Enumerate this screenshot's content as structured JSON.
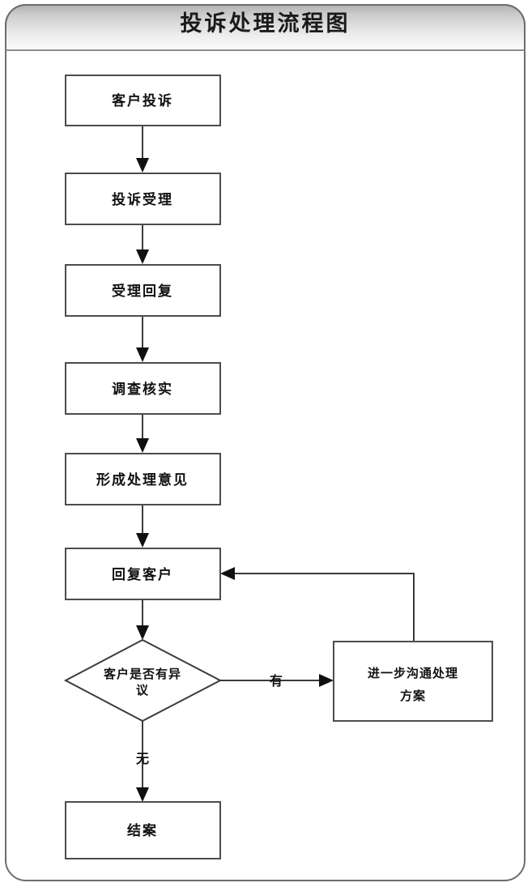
{
  "diagram": {
    "title": "投诉处理流程图",
    "type": "flowchart",
    "orientation": "top-to-bottom",
    "nodes": [
      {
        "id": "n1",
        "shape": "rect",
        "label": "客户投诉",
        "lines": [
          "客户投诉"
        ]
      },
      {
        "id": "n2",
        "shape": "rect",
        "label": "投诉受理",
        "lines": [
          "投诉受理"
        ]
      },
      {
        "id": "n3",
        "shape": "rect",
        "label": "受理回复",
        "lines": [
          "受理回复"
        ]
      },
      {
        "id": "n4",
        "shape": "rect",
        "label": "调查核实",
        "lines": [
          "调查核实"
        ]
      },
      {
        "id": "n5",
        "shape": "rect",
        "label": "形成处理意见",
        "lines": [
          "形成处理意见"
        ]
      },
      {
        "id": "n6",
        "shape": "rect",
        "label": "回复客户",
        "lines": [
          "回复客户"
        ]
      },
      {
        "id": "d1",
        "shape": "diamond",
        "label": "客户是否有异议",
        "lines": [
          "客户是否有异",
          "议"
        ]
      },
      {
        "id": "n7",
        "shape": "rect",
        "label": "进一步沟通处理方案",
        "lines": [
          "进一步沟通处理",
          "方案"
        ]
      },
      {
        "id": "n8",
        "shape": "rect",
        "label": "结案",
        "lines": [
          "结案"
        ]
      }
    ],
    "edges": [
      {
        "from": "n1",
        "to": "n2",
        "label": ""
      },
      {
        "from": "n2",
        "to": "n3",
        "label": ""
      },
      {
        "from": "n3",
        "to": "n4",
        "label": ""
      },
      {
        "from": "n4",
        "to": "n5",
        "label": ""
      },
      {
        "from": "n5",
        "to": "n6",
        "label": ""
      },
      {
        "from": "n6",
        "to": "d1",
        "label": ""
      },
      {
        "from": "d1",
        "to": "n7",
        "label": "有"
      },
      {
        "from": "d1",
        "to": "n8",
        "label": "无"
      },
      {
        "from": "n7",
        "to": "n6",
        "label": ""
      }
    ],
    "edge_labels": {
      "yes": "有",
      "no": "无"
    },
    "colors": {
      "node_fill": "#ffffff",
      "node_stroke": "#4c4c4c",
      "connector": "#3b3b3b",
      "frame_stroke": "#6d6d6d",
      "header_gradient_top": "#b4b4b4",
      "header_gradient_bottom": "#fbfbfb",
      "text": "#111111"
    }
  }
}
